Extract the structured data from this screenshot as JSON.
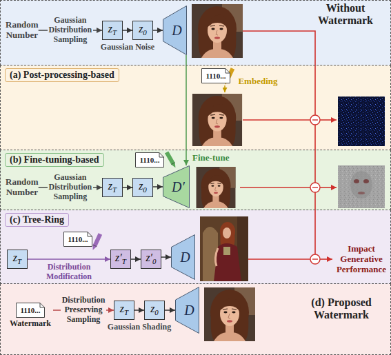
{
  "diagram": {
    "nodes": [
      {
        "text": [
          "Without Watermark"
        ]
      },
      {
        "text": [
          "Random Number"
        ],
        "in": 0
      },
      {
        "text": [
          "zT"
        ],
        "in": 0
      },
      {
        "text": [
          "z0"
        ],
        "in": 0
      },
      {
        "text": [
          "D"
        ],
        "in": 0
      },
      {
        "text": [
          "(a) Post-processing-based"
        ]
      },
      {
        "text": [
          "1110..."
        ],
        "in": 5
      },
      {
        "text": [
          "(b) Fine-tuning-based"
        ]
      },
      {
        "text": [
          "1110..."
        ],
        "in": 7
      },
      {
        "text": [
          "Random Number"
        ],
        "in": 7
      },
      {
        "text": [
          "zT"
        ],
        "in": 7
      },
      {
        "text": [
          "z0"
        ],
        "in": 7
      },
      {
        "text": [
          "D′"
        ],
        "in": 7
      },
      {
        "text": [
          "(c) Tree-Ring"
        ]
      },
      {
        "text": [
          "zT"
        ],
        "in": 13
      },
      {
        "text": [
          "1110..."
        ],
        "in": 13
      },
      {
        "text": [
          "z′T"
        ],
        "in": 13
      },
      {
        "text": [
          "z′0"
        ],
        "in": 13
      },
      {
        "text": [
          "D"
        ],
        "in": 13
      },
      {
        "text": [
          "(d) Proposed Watermark"
        ]
      },
      {
        "text": [
          "1110...",
          "Watermark"
        ],
        "in": 19
      },
      {
        "text": [
          "zT"
        ],
        "in": 19
      },
      {
        "text": [
          "z0"
        ],
        "in": 19
      },
      {
        "text": [
          "D"
        ],
        "in": 19
      }
    ],
    "edges": [
      {
        "from": 1,
        "to": 2,
        "arrow": "to",
        "label": "Gaussian Distribution Sampling"
      },
      {
        "from": 2,
        "to": 3,
        "arrow": "to"
      },
      {
        "from": 3,
        "to": 4,
        "arrow": "to"
      },
      {
        "from": 4,
        "to": 12,
        "arrow": "to",
        "label": "Fine-tune"
      },
      {
        "from": 9,
        "to": 10,
        "arrow": "to",
        "label": "Gaussian Distribution Sampling"
      },
      {
        "from": 10,
        "to": 11,
        "arrow": "to"
      },
      {
        "from": 11,
        "to": 12,
        "arrow": "to"
      },
      {
        "from": 14,
        "to": 16,
        "arrow": "to",
        "label": "Distribution Modification"
      },
      {
        "from": 16,
        "to": 17,
        "arrow": "to"
      },
      {
        "from": 17,
        "to": 18,
        "arrow": "to"
      },
      {
        "from": 20,
        "to": 21,
        "arrow": "to",
        "label": "Distribution Preserving Sampling"
      },
      {
        "from": 21,
        "to": 22,
        "arrow": "to"
      },
      {
        "from": 22,
        "to": 23,
        "arrow": "to"
      }
    ],
    "labels": [
      "Gaussian Noise",
      "Embeding",
      "Impact Generative Performance",
      "Gaussian Shading"
    ]
  }
}
